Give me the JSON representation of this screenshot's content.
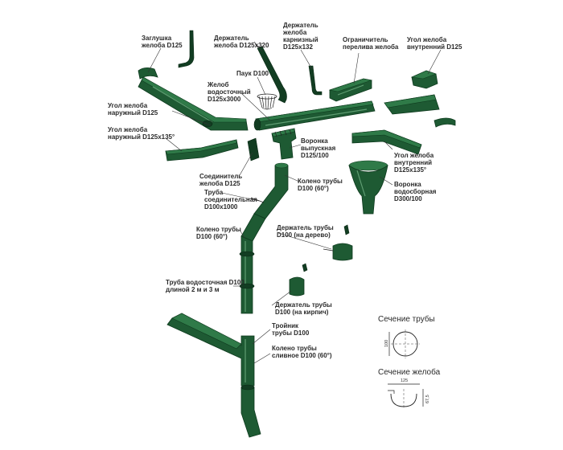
{
  "labels": {
    "end_cap": [
      "Заглушка",
      "желоба D125"
    ],
    "gutter_holder_long": [
      "Держатель",
      "желоба D125x320"
    ],
    "gutter_holder_fascia": [
      "Держатель",
      "желоба",
      "карнизный",
      "D125x132"
    ],
    "overflow_limiter": [
      "Ограничитель",
      "перелива желоба"
    ],
    "inner_corner_90": [
      "Угол желоба",
      "внутренний D125"
    ],
    "leaf_guard": [
      "Паук D100"
    ],
    "gutter": [
      "Желоб",
      "водосточный",
      "D125x3000"
    ],
    "outer_corner_90": [
      "Угол желоба",
      "наружный D125"
    ],
    "outer_corner_135": [
      "Угол желоба",
      "наружный D125x135°"
    ],
    "gutter_connector": [
      "Соединитель",
      "желоба D125"
    ],
    "outlet_funnel": [
      "Воронка",
      "выпускная",
      "D125/100"
    ],
    "inner_corner_135": [
      "Угол желоба",
      "внутренний",
      "D125x135°"
    ],
    "pipe_elbow_top": [
      "Колено трубы",
      "D100 (60°)"
    ],
    "collector_funnel": [
      "Воронка",
      "водосборная",
      "D300/100"
    ],
    "connecting_pipe": [
      "Труба",
      "соединительная",
      "D100x1000"
    ],
    "pipe_elbow_mid": [
      "Колено трубы",
      "D100 (60°)"
    ],
    "pipe_holder_wood": [
      "Держатель трубы",
      "D100 (на дерево)"
    ],
    "downpipe": [
      "Труба водосточная D100",
      "длиной 2 м и 3 м"
    ],
    "pipe_holder_brick": [
      "Держатель трубы",
      "D100 (на кирпич)"
    ],
    "tee": [
      "Тройник",
      "трубы D100"
    ],
    "drain_elbow": [
      "Колено трубы",
      "сливное D100 (60°)"
    ]
  },
  "sections": {
    "pipe_title": "Сечение трубы",
    "pipe_dim": "100",
    "gutter_title": "Сечение желоба",
    "gutter_width": "125",
    "gutter_depth": "67,5"
  },
  "colors": {
    "product_green": "#1e5a33",
    "product_light": "#2f7a48",
    "product_dark": "#123d22",
    "label_text": "#2a2a2a"
  }
}
